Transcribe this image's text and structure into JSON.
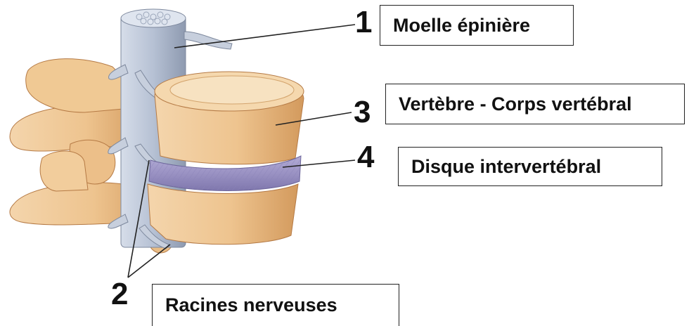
{
  "labels": {
    "item1": {
      "number": "1",
      "text": "Moelle épinière"
    },
    "item2": {
      "number": "2",
      "text": "Racines nerveuses"
    },
    "item3": {
      "number": "3",
      "text": "Vertèbre - Corps vertébral"
    },
    "item4": {
      "number": "4",
      "text": "Disque intervertébral"
    }
  },
  "colors": {
    "bone": "#eec99a",
    "bone_shadow": "#c98f55",
    "spinal_cord": "#b9c4d6",
    "disc": "#9d96c6",
    "leader_line": "#222222"
  }
}
